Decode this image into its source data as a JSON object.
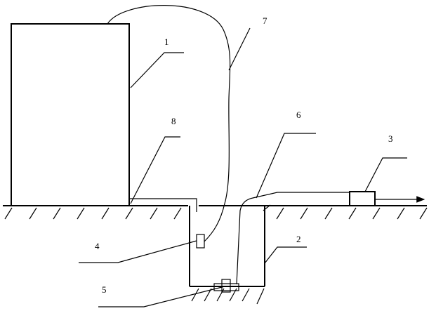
{
  "labels": {
    "l1": "1",
    "l2": "2",
    "l3": "3",
    "l4": "4",
    "l5": "5",
    "l6": "6",
    "l7": "7",
    "l8": "8"
  }
}
